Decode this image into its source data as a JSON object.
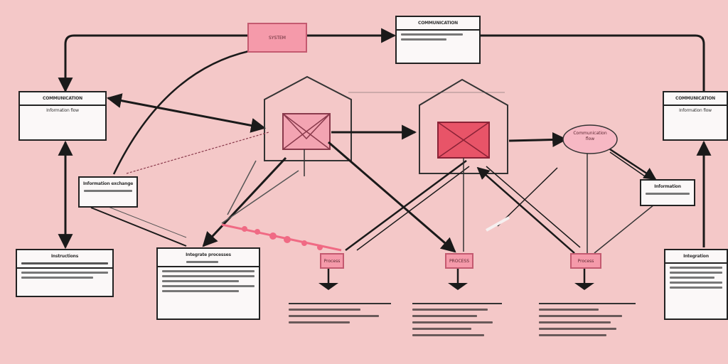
{
  "colors": {
    "background": "#f4c8c8",
    "box_fill": "#fbf8f8",
    "stroke": "#222222",
    "pink_node": "#f59aaa",
    "red_node": "#e85468",
    "accent_dots": "#f06a84"
  },
  "nodes": {
    "top_pink_label": "SYSTEM",
    "top_right_title": "COMMUNICATION",
    "left_top_title": "COMMUNICATION",
    "left_top_sub": "Information flow",
    "left_small_title": "Information exchange",
    "left_bottom_title": "Instructions",
    "center_box_title": "Integrate processes",
    "ellipse_title": "Communication",
    "ellipse_sub": "flow",
    "right_top_title": "COMMUNICATION",
    "right_top_sub": "Information flow",
    "right_small_title": "Information",
    "right_bottom_title": "Integration",
    "small_pink_1": "Process",
    "small_pink_2": "PROCESS",
    "small_pink_3": "Process"
  }
}
